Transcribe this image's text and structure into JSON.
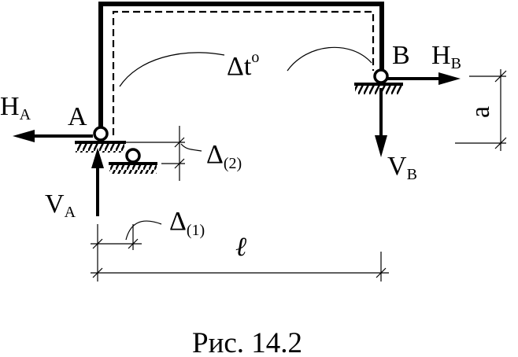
{
  "diagram": {
    "support_a": {
      "name": "A",
      "h_force": "H",
      "h_sub": "A",
      "v_force": "V",
      "v_sub": "A"
    },
    "support_b": {
      "name": "B",
      "h_force": "H",
      "h_sub": "B",
      "v_force": "V",
      "v_sub": "B"
    },
    "temperature": {
      "delta": "Δ",
      "t": "t",
      "degree": "o"
    },
    "displacement_1": {
      "delta": "Δ",
      "sub": "(1)"
    },
    "displacement_2": {
      "delta": "Δ",
      "sub": "(2)"
    },
    "span_label": "ℓ",
    "height_label": "a"
  },
  "caption": "Рис. 14.2"
}
